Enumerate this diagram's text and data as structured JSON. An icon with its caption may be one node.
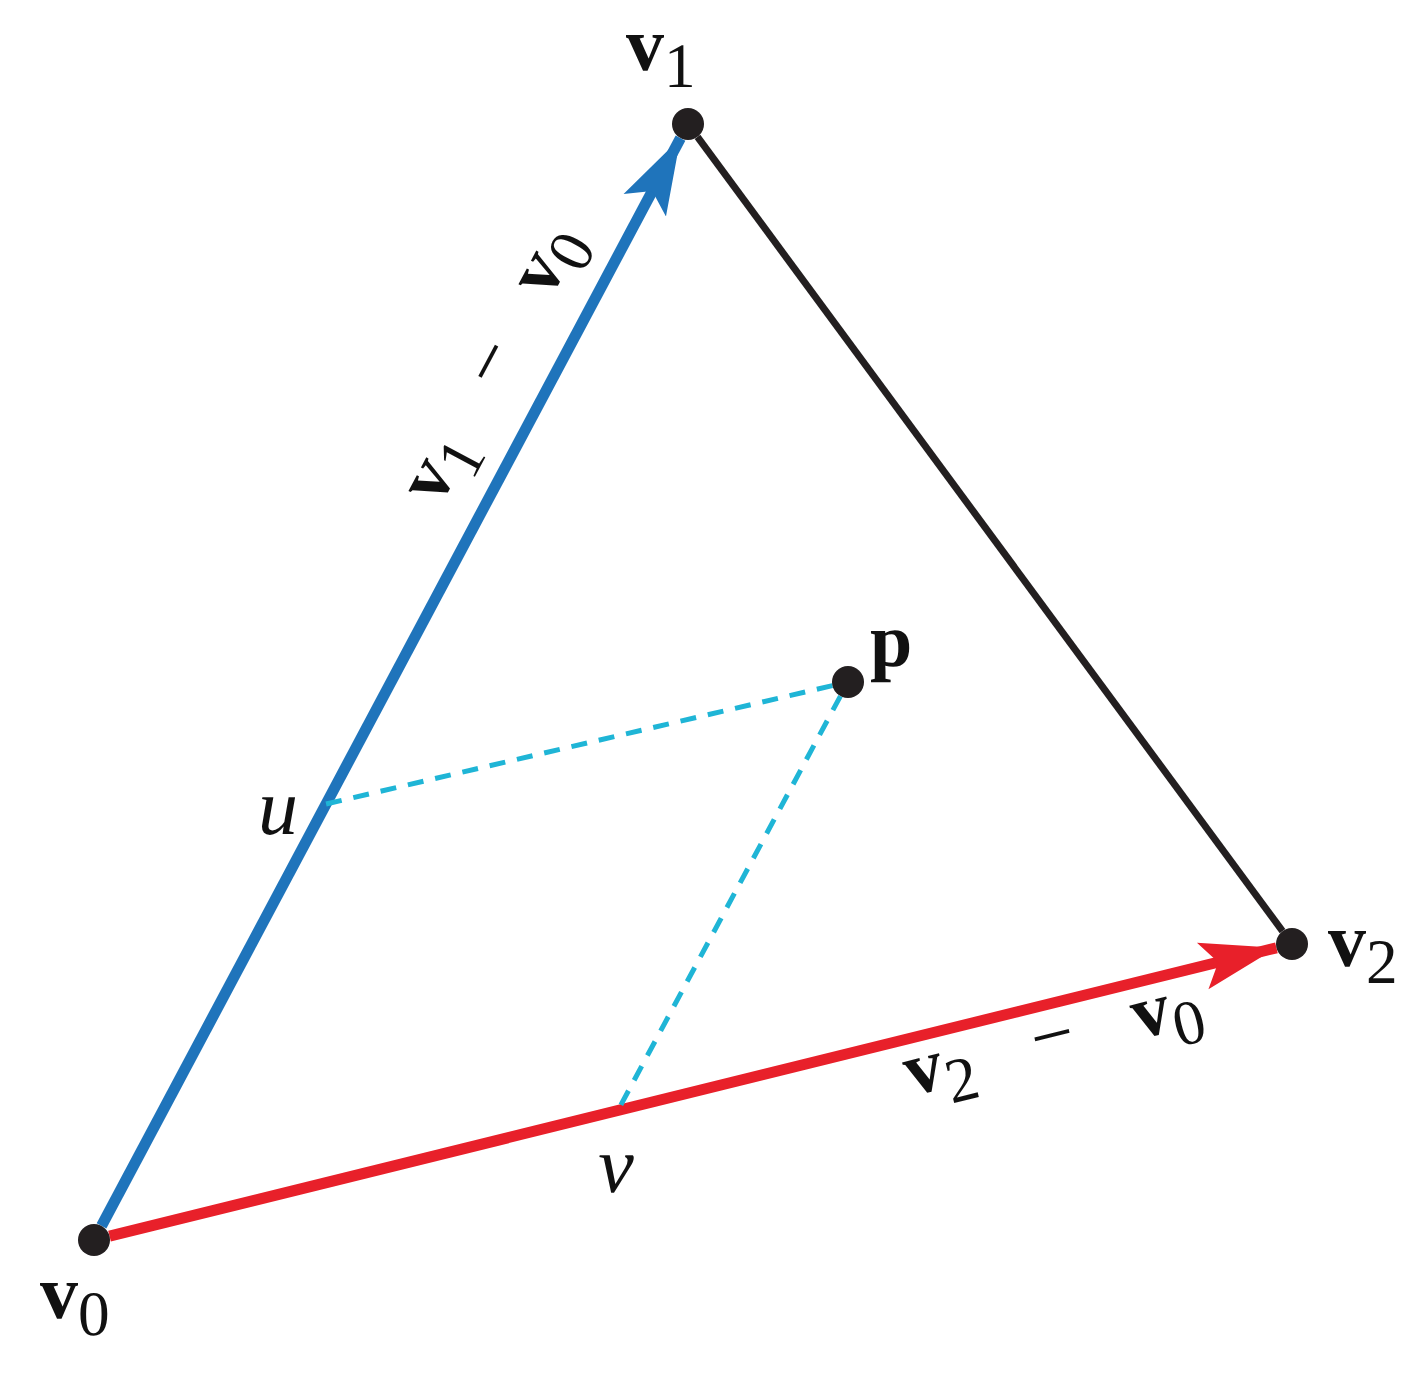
{
  "diagram": {
    "nodes": [
      {
        "text": [],
        "shape": "circle",
        "beside": [
          "**v**$_{0}$"
        ]
      },
      {
        "text": [],
        "shape": "circle",
        "beside": [
          "**v**$_{1}$"
        ]
      },
      {
        "text": [],
        "shape": "circle",
        "beside": [
          "**v**$_{2}$"
        ]
      },
      {
        "text": [],
        "shape": "circle",
        "beside": [
          "p"
        ]
      },
      {
        "text": [
          "u"
        ]
      },
      {
        "text": [
          "v"
        ]
      }
    ],
    "edges": [
      {
        "from": 0,
        "to": 1,
        "arrow": "to",
        "label": "**v**$_{1}$ − **v**$_{0}$",
        "color": "#1f74bb"
      },
      {
        "from": 0,
        "to": 2,
        "arrow": "to",
        "label": "**v**$_{2}$ − **v**$_{0}$",
        "color": "#e8202a"
      },
      {
        "from": 1,
        "to": 2,
        "arrow": "none",
        "color": "#231f20"
      },
      {
        "from": 3,
        "to": 4,
        "arrow": "none",
        "style": "dashed",
        "color": "#1fb5d6"
      },
      {
        "from": 3,
        "to": 5,
        "arrow": "none",
        "style": "dashed",
        "color": "#1fb5d6"
      }
    ]
  }
}
